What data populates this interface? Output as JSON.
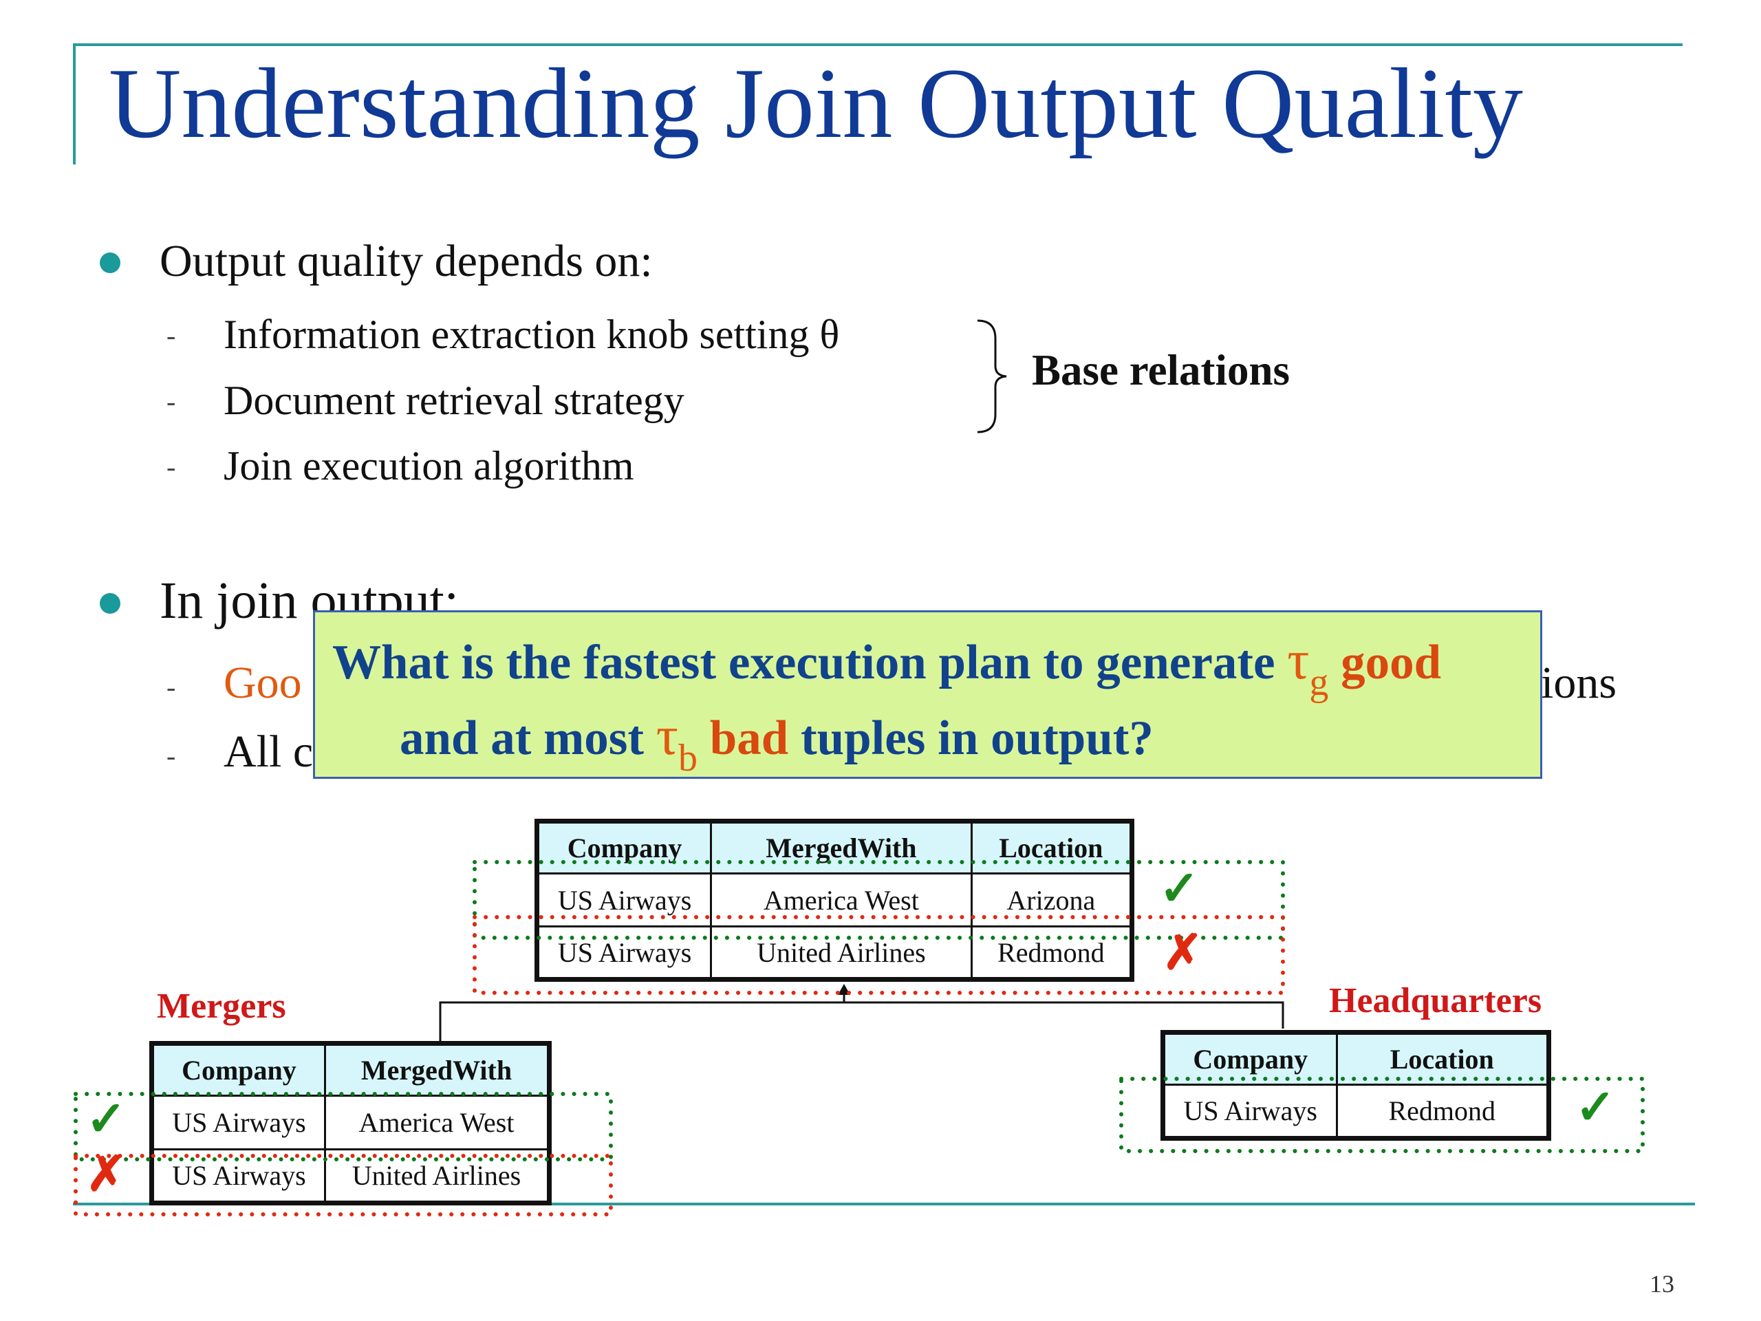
{
  "slide": {
    "title": "Understanding Join Output Quality",
    "page_number": "13"
  },
  "bullets": [
    {
      "text": "Output quality depends on:",
      "subitems": [
        "Information extraction knob setting θ",
        "Document retrieval strategy",
        "Join execution algorithm"
      ]
    },
    {
      "text": "In join output:",
      "subitems": [
        "Goo",
        "All c"
      ],
      "overflow_text": "ions"
    }
  ],
  "brace_label": "Base relations",
  "callout": {
    "line1_pre": "What is the fastest execution plan to generate",
    "tau_symbol": "τ",
    "good_sub": "g",
    "good_word": "good",
    "line2_pre": "and at most",
    "bad_sub": "b",
    "bad_word": "bad",
    "line2_post": "tuples in output?"
  },
  "join_table": {
    "headers": [
      "Company",
      "MergedWith",
      "Location"
    ],
    "rows": [
      [
        "US Airways",
        "America West",
        "Arizona"
      ],
      [
        "US Airways",
        "United Airlines",
        "Redmond"
      ]
    ]
  },
  "mergers": {
    "name": "Mergers",
    "headers": [
      "Company",
      "MergedWith"
    ],
    "rows": [
      [
        "US Airways",
        "America West"
      ],
      [
        "US Airways",
        "United Airlines"
      ]
    ]
  },
  "headquarters": {
    "name": "Headquarters",
    "headers": [
      "Company",
      "Location"
    ],
    "rows": [
      [
        "US Airways",
        "Redmond"
      ]
    ]
  },
  "marks": {
    "good": "✓",
    "bad": "✗"
  },
  "colors": {
    "title": "#103a96",
    "accent_teal": "#2a9a9a",
    "good_green": "#1c8a1c",
    "bad_red": "#e02a10",
    "callout_bg": "#d9f59a",
    "header_cyan": "#d6f6fb"
  }
}
